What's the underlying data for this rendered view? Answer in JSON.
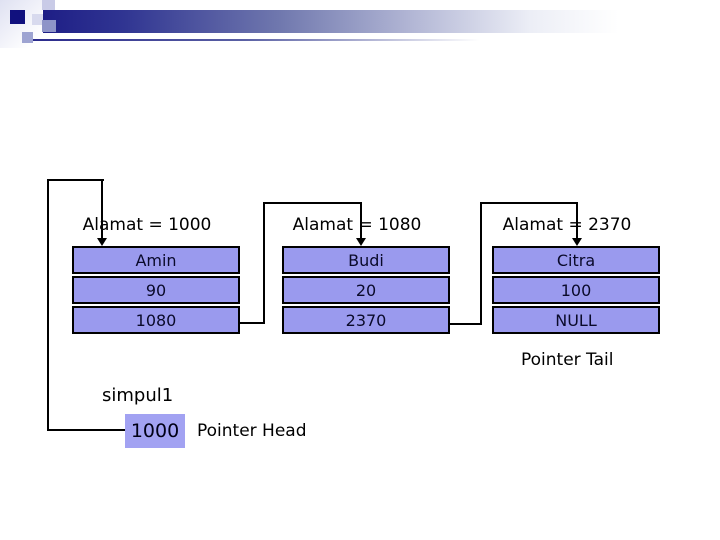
{
  "diagram": {
    "nodes": [
      {
        "address_label": "Alamat = 1000",
        "cells": [
          "Amin",
          "90",
          "1080"
        ]
      },
      {
        "address_label": "Alamat = 1080",
        "cells": [
          "Budi",
          "20",
          "2370"
        ]
      },
      {
        "address_label": "Alamat = 2370",
        "cells": [
          "Citra",
          "100",
          "NULL"
        ]
      }
    ],
    "labels": {
      "pointer_tail": "Pointer Tail",
      "simpul": "simpul1",
      "pointer_head": "Pointer Head"
    },
    "head_box": {
      "value": "1000"
    },
    "colors": {
      "cell_fill": "#9a9aee",
      "head_box_fill": "#a2a2f2",
      "connector_line": "#000000",
      "header_navy": "#1e1e86",
      "header_square_dark": "#11117e",
      "text": "#000000"
    }
  }
}
